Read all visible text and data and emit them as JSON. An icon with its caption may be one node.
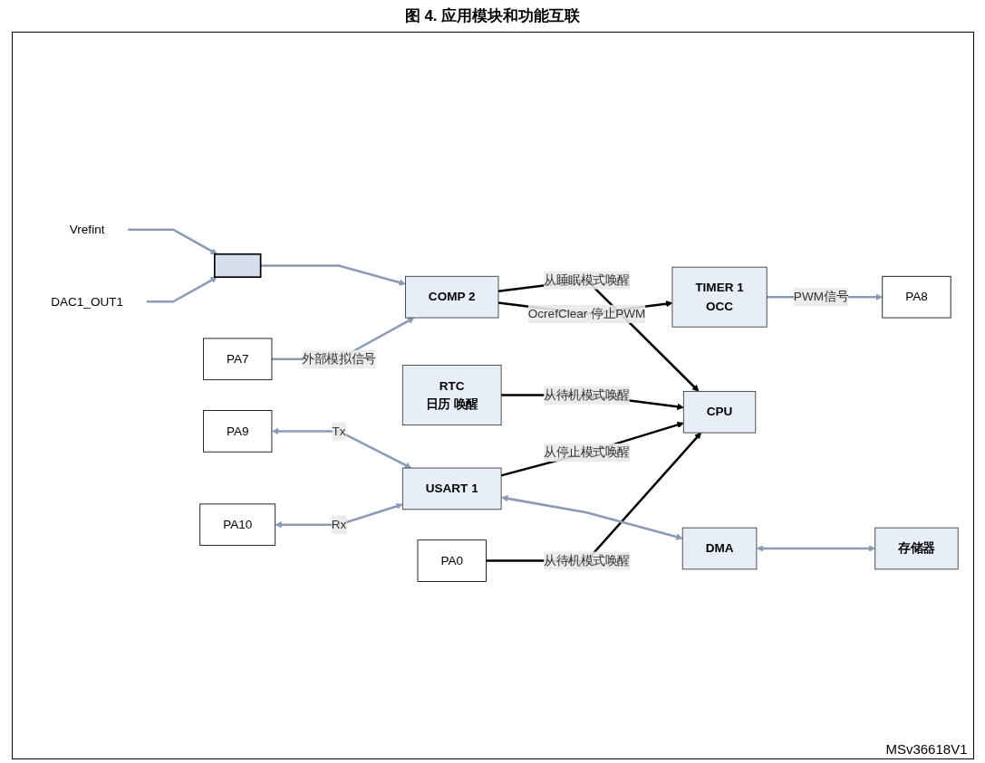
{
  "diagram": {
    "title": "图 4. 应用模块和功能互联",
    "nodes": [
      {
        "text": [
          "CPU"
        ]
      },
      {
        "text": [
          "TIMER 1",
          "OCC"
        ]
      },
      {
        "text": [
          "COMP 2"
        ]
      },
      {
        "text": [],
        "shape": "bar"
      },
      {
        "text": [
          "RTC",
          "日历 唤醒"
        ]
      },
      {
        "text": [
          "USART 1"
        ]
      },
      {
        "text": [
          "DMA"
        ]
      },
      {
        "text": [
          "存储器"
        ]
      },
      {
        "text": [
          "PA0"
        ]
      },
      {
        "text": [
          "PA8"
        ]
      },
      {
        "text": [
          "PA7"
        ]
      },
      {
        "text": [
          "PA9"
        ]
      },
      {
        "text": [
          "PA10"
        ]
      },
      {
        "text": [
          "Vrefint"
        ]
      },
      {
        "text": [
          "DAC1_OUT1"
        ]
      }
    ],
    "edges": [
      {
        "from": 2,
        "to": 0,
        "arrow": "to",
        "label": "从睡眠模式唤醒",
        "color": "#000000"
      },
      {
        "from": 2,
        "to": 1,
        "arrow": "to",
        "label": "OcrefClear 停止PWM",
        "color": "#000000"
      },
      {
        "from": 1,
        "to": 9,
        "arrow": "to",
        "label": "PWM信号"
      },
      {
        "from": 10,
        "to": 2,
        "arrow": "to",
        "label": "外部模拟信号"
      },
      {
        "from": 3,
        "to": 2,
        "arrow": "to"
      },
      {
        "from": 13,
        "to": 3,
        "arrow": "to"
      },
      {
        "from": 14,
        "to": 3,
        "arrow": "to"
      },
      {
        "from": 4,
        "to": 0,
        "arrow": "to",
        "label": "从待机模式唤醒",
        "color": "#000000"
      },
      {
        "from": 8,
        "to": 0,
        "arrow": "to",
        "label": "从待机模式唤醒",
        "color": "#000000"
      },
      {
        "from": 5,
        "to": 0,
        "arrow": "to",
        "label": "从停止模式唤醒",
        "color": "#000000"
      },
      {
        "from": 11,
        "to": 5,
        "arrow": "both",
        "label": "Tx"
      },
      {
        "from": 12,
        "to": 5,
        "arrow": "both",
        "label": "Rx"
      },
      {
        "from": 5,
        "to": 6,
        "arrow": "both"
      },
      {
        "from": 6,
        "to": 7,
        "arrow": "both"
      }
    ],
    "labels": [
      "MSv36618V1"
    ]
  }
}
